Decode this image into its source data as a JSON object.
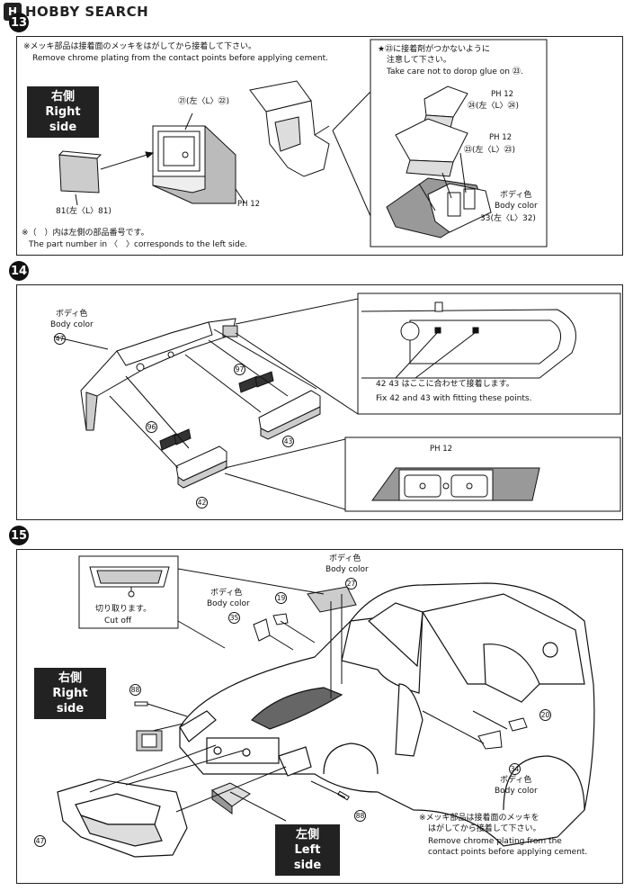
{
  "logo": {
    "mark": "H",
    "text": "HOBBY SEARCH"
  },
  "step13": {
    "number": "13",
    "note_jp": "※メッキ部品は接着面のメッキをはがしてから接着して下さい。",
    "note_en": "Remove chrome plating from the contact points before applying cement.",
    "right_side_jp": "右側",
    "right_side_en": "Right side",
    "lbl_21_22": "㉑(左〈L〉㉒)",
    "lbl_81": "81(左〈L〉81)",
    "ph12": "PH 12",
    "footnote_jp": "※（　）内は左側の部品番号です。",
    "footnote_en": "The part number in 〈　〉corresponds to the left side.",
    "inset_note_jp": "★㉓に接着剤がつかないように",
    "inset_note_jp2": "注意して下さい。",
    "inset_note_en": "Take care not to dorop glue on ㉓.",
    "ph12_a": "PH 12",
    "lbl_24": "㉔(左〈L〉㉔)",
    "ph12_b": "PH 12",
    "lbl_23": "㉓(左〈L〉㉓)",
    "body_color_jp": "ボディ色",
    "body_color_en": "Body color",
    "lbl_33_32": "33(左〈L〉32)"
  },
  "step14": {
    "number": "14",
    "body_color_jp": "ボディ色",
    "body_color_en": "Body color",
    "part_47": "47",
    "part_97": "97",
    "part_96": "96",
    "part_43": "43",
    "part_42": "42",
    "fit_jp": "42 43 はここに合わせて接着します。",
    "fit_en": "Fix 42 and 43 with fitting these points.",
    "ph12": "PH 12"
  },
  "step15": {
    "number": "15",
    "cutoff_jp": "切り取ります。",
    "cutoff_en": "Cut off",
    "body_color_jp_27": "ボディ色",
    "body_color_en_27": "Body color",
    "part_27": "27",
    "body_color_jp_35": "ボディ色",
    "body_color_en_35": "Body color",
    "part_35": "35",
    "part_19": "19",
    "right_side_jp": "右側",
    "right_side_en": "Right side",
    "part_88a": "88",
    "part_20": "20",
    "part_34": "34",
    "body_color_jp_34": "ボディ色",
    "body_color_en_34": "Body color",
    "part_88b": "88",
    "part_47": "47",
    "left_side_jp": "左側",
    "left_side_en": "Left side",
    "note_jp": "※メッキ部品は接着面のメッキを",
    "note_jp2": "はがしてから接着して下さい。",
    "note_en": "Remove chrome plating from the",
    "note_en2": "contact points before applying cement."
  }
}
